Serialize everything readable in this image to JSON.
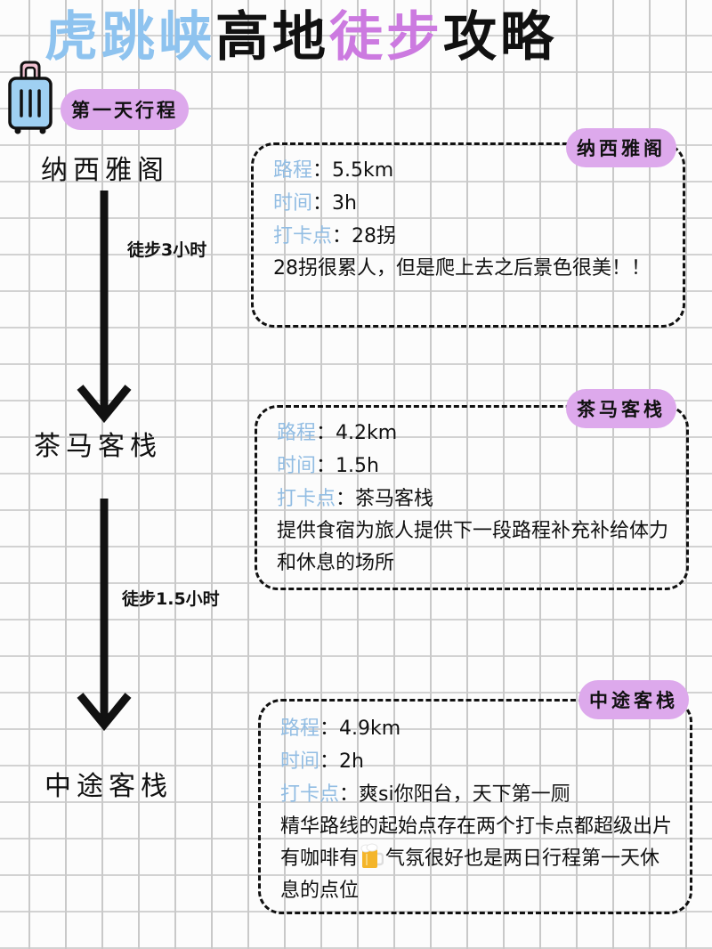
{
  "title": {
    "part1": "虎跳峡",
    "part2": "高地",
    "part3": "徒步",
    "part4": "攻略"
  },
  "day_label": "第一天行程",
  "colors": {
    "title_blue": "#8ec3ef",
    "title_purple": "#cc7ae0",
    "pill_purple": "#dda9ec",
    "key_blue": "#92bde3"
  },
  "stations": [
    {
      "name": "纳西雅阁"
    },
    {
      "name": "茶马客栈"
    },
    {
      "name": "中途客栈"
    }
  ],
  "walks": [
    {
      "label": "徒步3小时"
    },
    {
      "label": "徒步1.5小时"
    }
  ],
  "cards": [
    {
      "tag": "纳西雅阁",
      "distance_key": "路程",
      "distance": "5.5km",
      "time_key": "时间",
      "time": "3h",
      "spot_key": "打卡点",
      "spot": "28拐",
      "desc": "28拐很累人，但是爬上去之后景色很美！！"
    },
    {
      "tag": "茶马客栈",
      "distance_key": "路程",
      "distance": "4.2km",
      "time_key": "时间",
      "time": "1.5h",
      "spot_key": "打卡点",
      "spot": "茶马客栈",
      "desc": "提供食宿为旅人提供下一段路程补充补给体力和休息的场所"
    },
    {
      "tag": "中途客栈",
      "distance_key": "路程",
      "distance": "4.9km",
      "time_key": "时间",
      "time": "2h",
      "spot_key": "打卡点",
      "spot": "爽si你阳台，天下第一厕",
      "desc_before": "精华路线的起始点存在两个打卡点都超级出片有咖啡有",
      "desc_icon": "beer-mug-icon",
      "desc_after": "气氛很好也是两日行程第一天休息的点位"
    }
  ],
  "separator": "："
}
